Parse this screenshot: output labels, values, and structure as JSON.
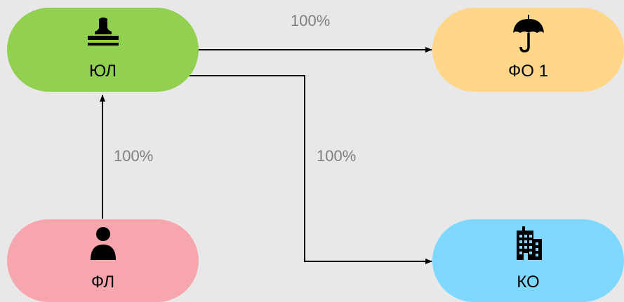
{
  "colors": {
    "background": "#e8e8e8",
    "node_yul": "#92d050",
    "node_fo1": "#ffd68a",
    "node_fl": "#f7a6ad",
    "node_ko": "#7fd8ff",
    "edge": "#000000",
    "edge_label": "#808080"
  },
  "nodes": {
    "yul": {
      "label": "ЮЛ",
      "icon": "stamp-icon"
    },
    "fo1": {
      "label": "ФО 1",
      "icon": "umbrella-icon"
    },
    "fl": {
      "label": "ФЛ",
      "icon": "person-icon"
    },
    "ko": {
      "label": "КО",
      "icon": "building-icon"
    }
  },
  "edges": {
    "yul_to_fo1": {
      "label": "100%"
    },
    "fl_to_yul": {
      "label": "100%"
    },
    "yul_to_ko": {
      "label": "100%"
    }
  }
}
